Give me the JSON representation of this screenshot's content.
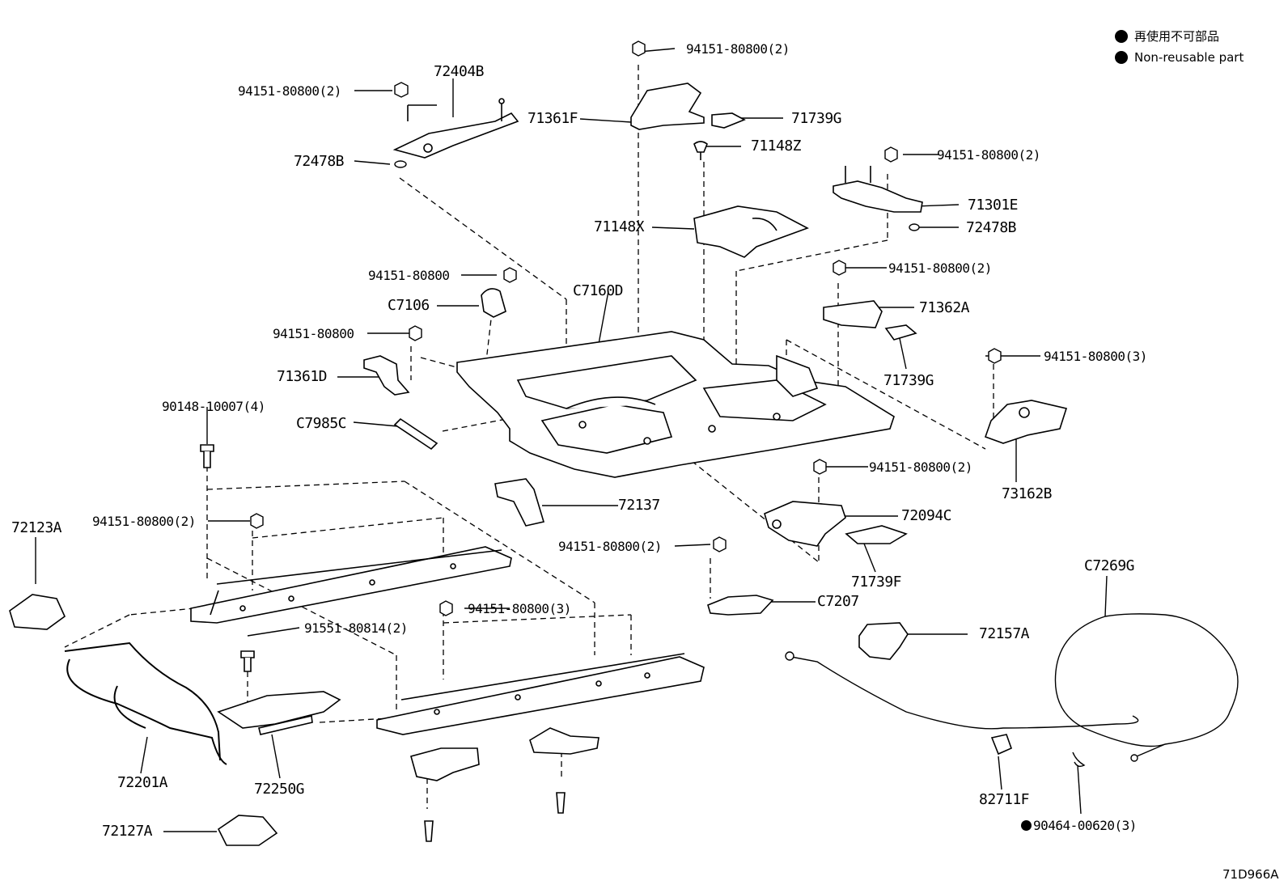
{
  "legend": {
    "non_reusable_jp": "再使用不可部品",
    "non_reusable_en": "Non-reusable part"
  },
  "illustration_code": "71D966A",
  "labels": {
    "p72404B": "72404B",
    "p94151_tl": "94151-80800(2)",
    "p72478B_l": "72478B",
    "p94151_tc": "94151-80800(2)",
    "p71361F": "71361F",
    "p71739G_t": "71739G",
    "p71148Z": "71148Z",
    "p71148X": "71148X",
    "p94151_tr": "94151-80800(2)",
    "p71301E": "71301E",
    "p72478B_r": "72478B",
    "p94151_cl1": "94151-80800",
    "p7106": "C7106",
    "p7160D": "C7160D",
    "p94151_cl2": "94151-80800",
    "p71361D": "71361D",
    "p94151_mr": "94151-80800(2)",
    "p71362A": "71362A",
    "p71739G_m": "71739G",
    "p94151_r3": "94151-80800(3)",
    "p73162B": "73162B",
    "p90148": "90148-10007(4)",
    "p7985C": "C7985C",
    "p72137": "72137",
    "p94151_c2": "94151-80800(2)",
    "p72094C": "72094C",
    "p72123A": "72123A",
    "p94151_l2": "94151-80800(2)",
    "p94151_lc2": "94151-80800(2)",
    "p71739F": "71739F",
    "p7207": "C7207",
    "p7269G": "C7269G",
    "p94151_b3": "94151-80800(3)",
    "p91551": "91551-80814(2)",
    "p72157A": "72157A",
    "p72201A": "72201A",
    "p72250G": "72250G",
    "p82711F": "82711F",
    "p90464": "90464-00620(3)",
    "p72127A": "72127A"
  },
  "colors": {
    "line": "#000000",
    "background": "#ffffff"
  },
  "icons": {
    "non_reusable_marker": "filled-circle"
  }
}
